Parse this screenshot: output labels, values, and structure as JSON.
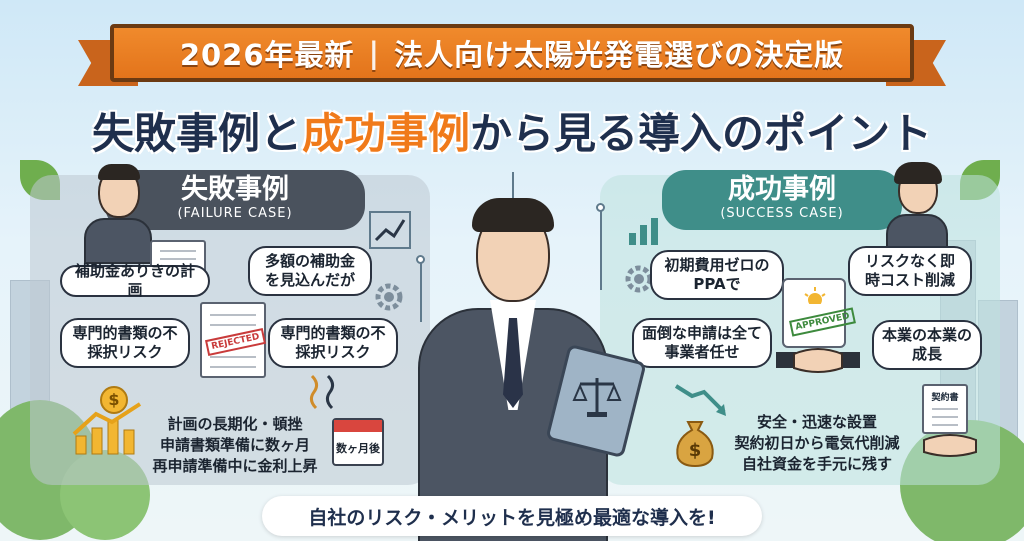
{
  "banner": {
    "left_text": "2026年最新",
    "separator": "|",
    "right_text": "法人向け太陽光発電選びの決定版"
  },
  "headline": {
    "part1": "失敗事例と",
    "highlight": "成功事例",
    "part2": "から見る導入のポイント"
  },
  "failure": {
    "title": "失敗事例",
    "subtitle": "(FAILURE CASE)",
    "bubbles": [
      "補助金ありきの計画",
      "多額の補助金を見込んだが",
      "専門的書類の不採択リスク",
      "専門的書類の不採択リスク"
    ],
    "stamp": "REJECTED",
    "calendar_label": "数ヶ月後",
    "list": [
      "計画の長期化・頓挫",
      "申請書類準備に数ヶ月",
      "再申請準備中に金利上昇"
    ],
    "coin_symbol": "$"
  },
  "success": {
    "title": "成功事例",
    "subtitle": "(SUCCESS CASE)",
    "bubbles": [
      "初期費用ゼロのPPAで",
      "リスクなく即時コスト削減",
      "面倒な申請は全て事業者任せ",
      "本業の本業の成長"
    ],
    "stamp": "APPROVED",
    "contract_label": "契約書",
    "list": [
      "安全・迅速な設置",
      "契約初日から電気代削減",
      "自社資金を手元に残す"
    ],
    "coin_symbol": "$"
  },
  "bottom_message": "自社のリスク・メリットを見極め最適な導入を!",
  "colors": {
    "banner": "#e3741b",
    "highlight": "#f07a1a",
    "failure_tag": "#4a525d",
    "success_tag": "#3f8e89"
  },
  "icons": [
    "chart-up-icon",
    "gear-icon",
    "calendar-icon",
    "money-bag-icon",
    "handshake-icon",
    "scale-icon",
    "sun-icon"
  ]
}
